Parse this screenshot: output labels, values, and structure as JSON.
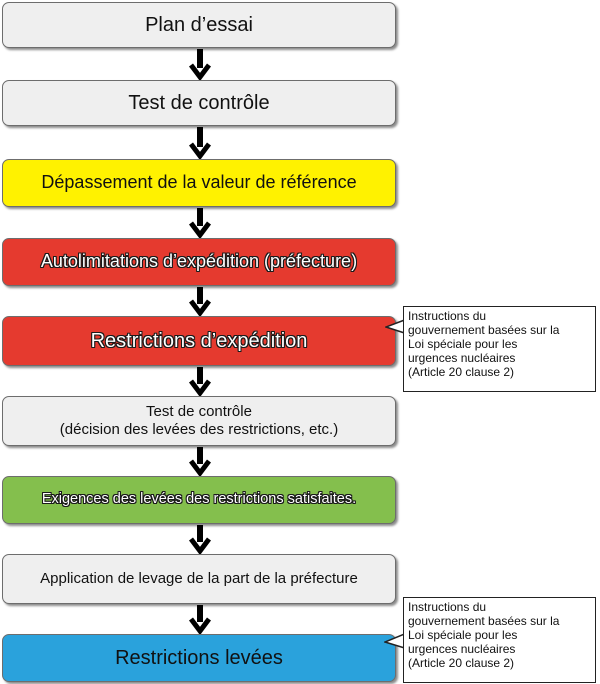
{
  "flow": {
    "step1": "Plan d’essai",
    "step2": "Test de contrôle",
    "step3": "Dépassement de la valeur de référence",
    "step4": "Autolimitations d’expédition (préfecture)",
    "step5": "Restrictions d’expédition",
    "step6_line1": "Test de contrôle",
    "step6_line2": "(décision des levées des restrictions, etc.)",
    "step7": "Exigences des levées des restrictions satisfaites.",
    "step8": "Application de levage de la part de la préfecture",
    "step9": "Restrictions levées"
  },
  "notes": {
    "note1": "Instructions du\ngouvernement basées sur la\nLoi spéciale pour les\nurgences nucléaires\n (Article 20 clause 2)",
    "note2": "Instructions du\ngouvernement basées sur la\nLoi spéciale pour les\nurgences nucléaires\n (Article 20 clause 2)"
  },
  "colors": {
    "gray": "#efefef",
    "yellow": "#fff200",
    "red": "#e53a2f",
    "green": "#84bf4d",
    "blue": "#2aa2dc",
    "arrow": "#000000"
  }
}
